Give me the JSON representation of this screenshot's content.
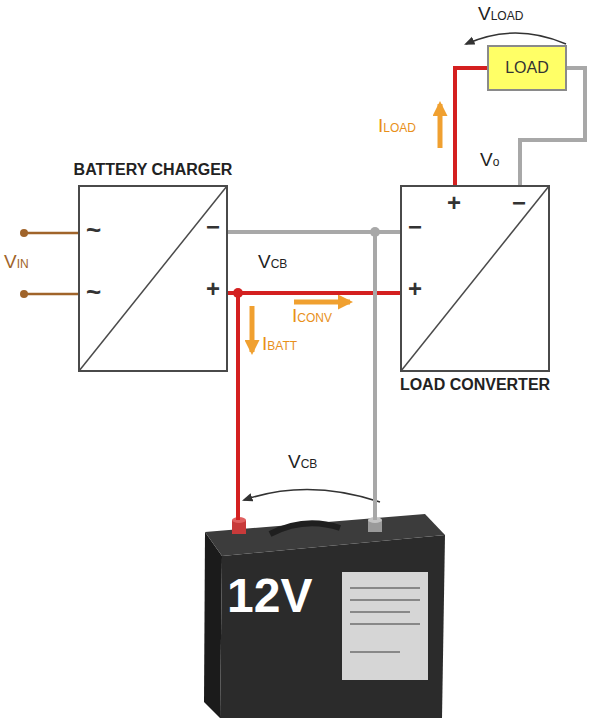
{
  "diagram": {
    "nodes": [
      {
        "text": [
          "LOAD"
        ]
      },
      {
        "text": [
          "BATTERY CHARGER"
        ]
      },
      {
        "text": [
          "LOAD CONVERTER"
        ]
      },
      {
        "text": [
          "12V"
        ]
      }
    ],
    "edges": [
      {
        "from": 1,
        "to": 2,
        "arrow": "none"
      },
      {
        "from": 1,
        "to": 2,
        "arrow": "none"
      },
      {
        "from": 1,
        "to": 3,
        "arrow": "none"
      },
      {
        "from": 1,
        "to": 3,
        "arrow": "none"
      },
      {
        "from": 2,
        "to": 0,
        "arrow": "none"
      },
      {
        "from": 2,
        "to": 0,
        "arrow": "none"
      }
    ],
    "labels": [
      "VLOAD",
      "ILOAD",
      "Vo",
      "VIN",
      "~",
      "~",
      "−",
      "+",
      "VCB",
      "ICONV",
      "IBATT",
      "−",
      "+",
      "+",
      "−",
      "VCB"
    ]
  }
}
